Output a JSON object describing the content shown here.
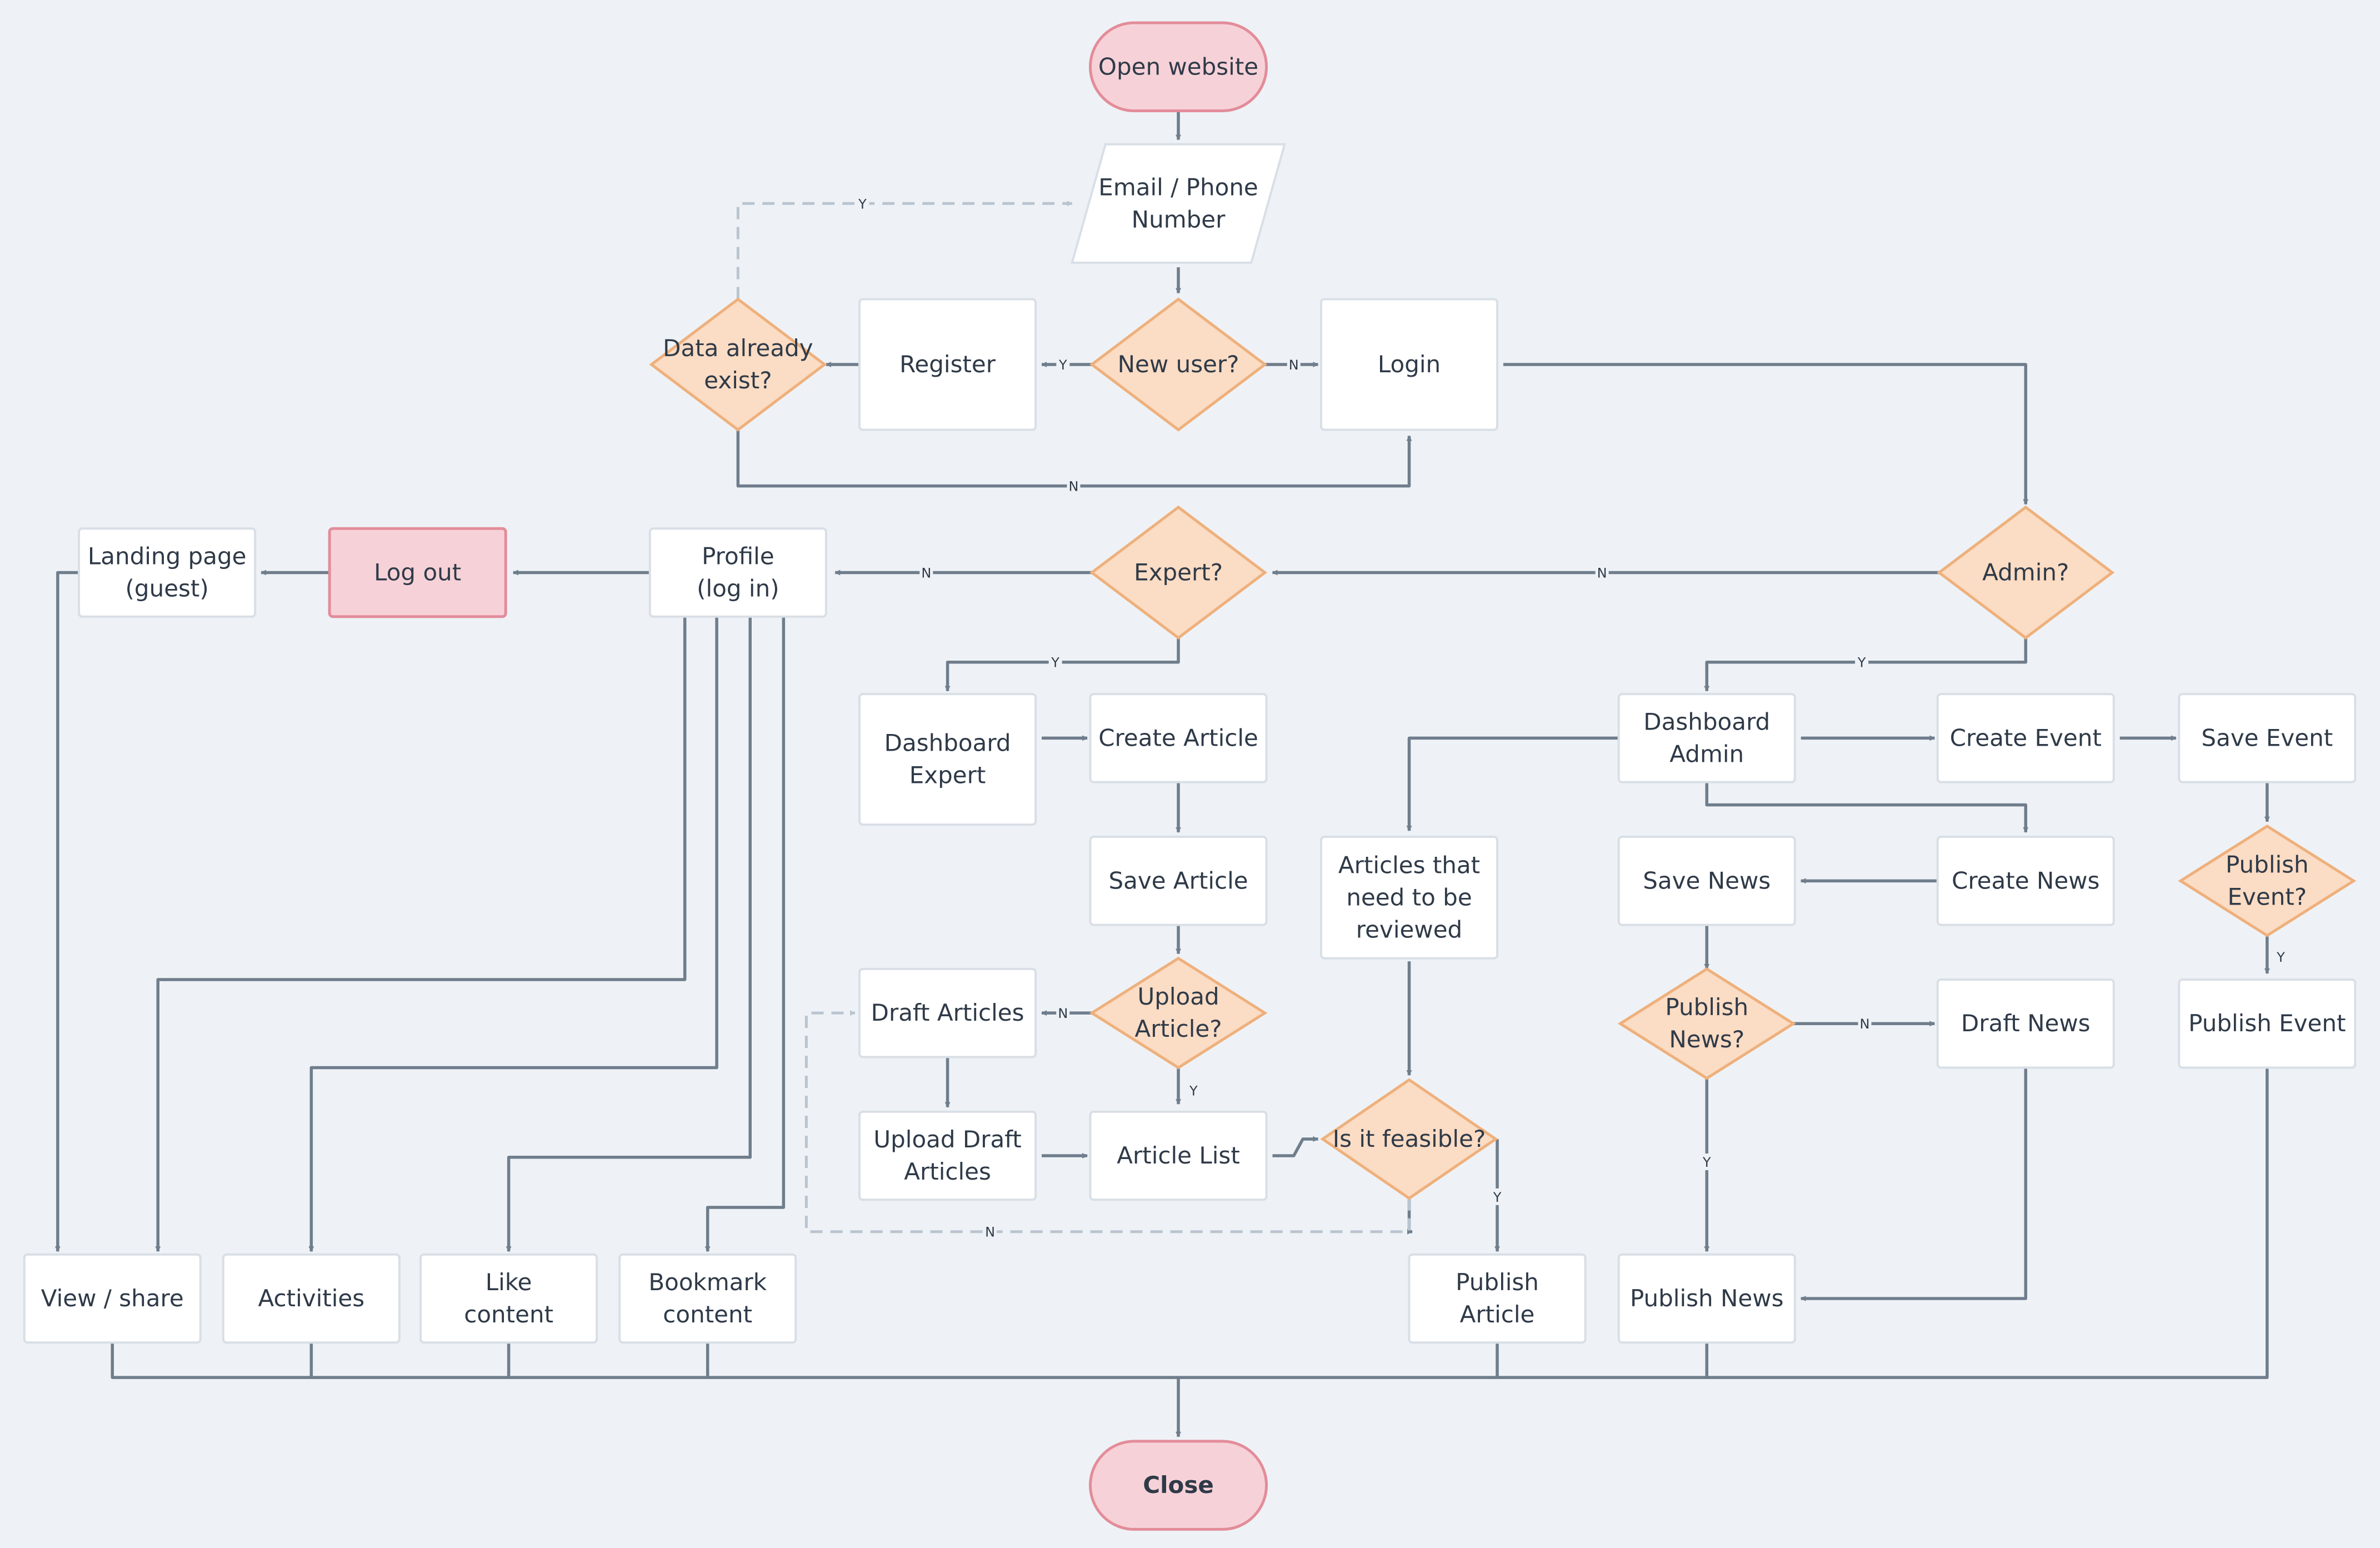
{
  "colors": {
    "background": "#eef2f6",
    "box_fill": "#ffffff",
    "box_stroke": "#d9dfe6",
    "terminal_fill": "#f6d2d8",
    "terminal_stroke": "#e38c9a",
    "decision_fill": "#fbdcc4",
    "decision_stroke": "#eeb07c",
    "line": "#6f7d8c",
    "dashed_line": "#b9c4d0",
    "text": "#2f3a48"
  },
  "nodes": {
    "open_website": "Open website",
    "email_phone": "Email / Phone\nNumber",
    "data_exist": "Data already\nexist?",
    "register": "Register",
    "new_user": "New user?",
    "login": "Login",
    "landing_page": "Landing page\n(guest)",
    "log_out": "Log out",
    "profile": "Profile\n(log in)",
    "expert": "Expert?",
    "admin": "Admin?",
    "dashboard_expert": "Dashboard\nExpert",
    "create_article": "Create Article",
    "save_article": "Save Article",
    "upload_article": "Upload\nArticle?",
    "draft_articles": "Draft Articles",
    "upload_draft": "Upload Draft\nArticles",
    "article_list": "Article List",
    "is_feasible": "Is it feasible?",
    "articles_review": "Articles that\nneed to be\nreviewed",
    "publish_article": "Publish\nArticle",
    "dashboard_admin": "Dashboard\nAdmin",
    "create_event": "Create Event",
    "save_event": "Save Event",
    "publish_event_q": "Publish\nEvent?",
    "publish_event": "Publish Event",
    "save_news": "Save News",
    "create_news": "Create News",
    "publish_news_q": "Publish\nNews?",
    "draft_news": "Draft News",
    "publish_news": "Publish News",
    "view_share": "View / share",
    "activities": "Activities",
    "like_content": "Like\ncontent",
    "bookmark_content": "Bookmark\ncontent",
    "close": "Close"
  },
  "labels": {
    "yes": "Y",
    "no": "N"
  }
}
